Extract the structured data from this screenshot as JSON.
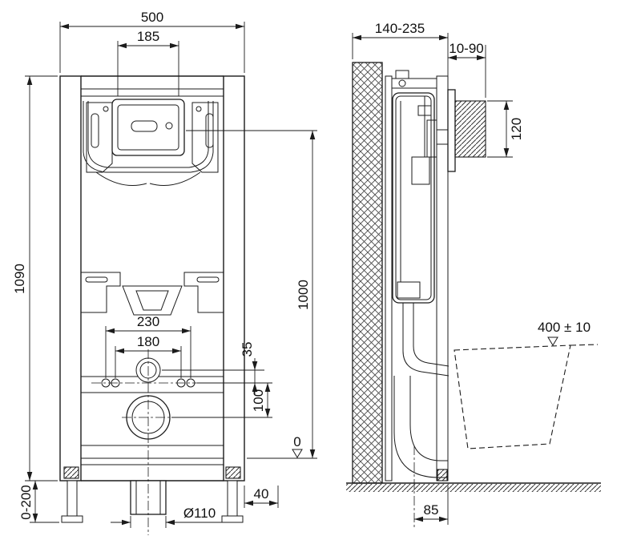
{
  "drawing": {
    "front_view": {
      "width_total": "500",
      "plate_width": "185",
      "height_total": "1090",
      "flush_height": "1000",
      "datum": "0",
      "fixing_outer": "230",
      "fixing_inner": "180",
      "offset_35": "35",
      "offset_100": "100",
      "foot_range": "0-200",
      "foot_offset": "40",
      "drain_diameter": "Ø110"
    },
    "side_view": {
      "depth_range": "140-235",
      "plate_projection": "10-90",
      "plate_height": "120",
      "bowl_height": "400 ± 10",
      "drain_offset": "85"
    }
  }
}
